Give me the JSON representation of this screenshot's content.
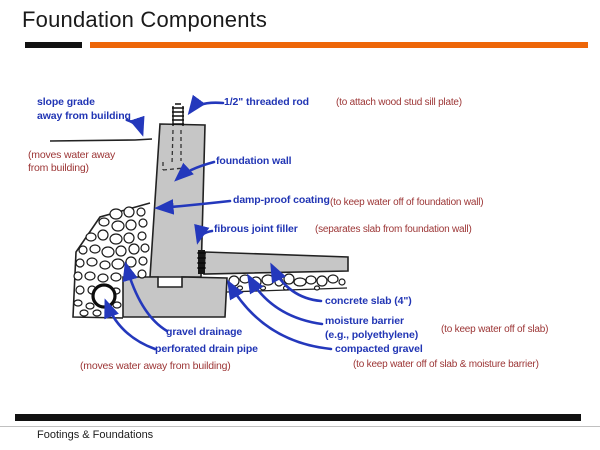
{
  "slide": {
    "title": "Foundation Components",
    "footer": "Footings & Foundations",
    "colors": {
      "accent_orange": "#ed6608",
      "label_blue": "#2135b4",
      "arrow_blue": "#2438bc",
      "annotation_red": "#9c3535",
      "concrete_gray": "#c6c6c6"
    }
  },
  "diagram": {
    "labels": {
      "slope_grade": "slope grade\naway from building",
      "threaded_rod": "1/2\" threaded rod",
      "foundation_wall": "foundation wall",
      "damp_proof": "damp-proof coating",
      "fibrous_joint": "fibrous joint filler",
      "concrete_slab": "concrete slab (4\")",
      "moisture_barrier": "moisture barrier\n(e.g., polyethylene)",
      "compacted_gravel": "compacted gravel",
      "gravel_drainage": "gravel drainage",
      "perforated_drain_pipe": "perforated drain pipe"
    },
    "annotations": {
      "threaded_rod_note": "(to attach wood stud sill plate)",
      "slope_grade_note": "(moves water away\nfrom building)",
      "damp_proof_note": "(to keep water off of foundation wall)",
      "fibrous_joint_note": "(separates slab from foundation wall)",
      "moisture_barrier_note": "(to keep water off of slab)",
      "compacted_gravel_note": "(to keep water off of slab & moisture barrier)",
      "drainage_note": "(moves water away from building)"
    }
  }
}
